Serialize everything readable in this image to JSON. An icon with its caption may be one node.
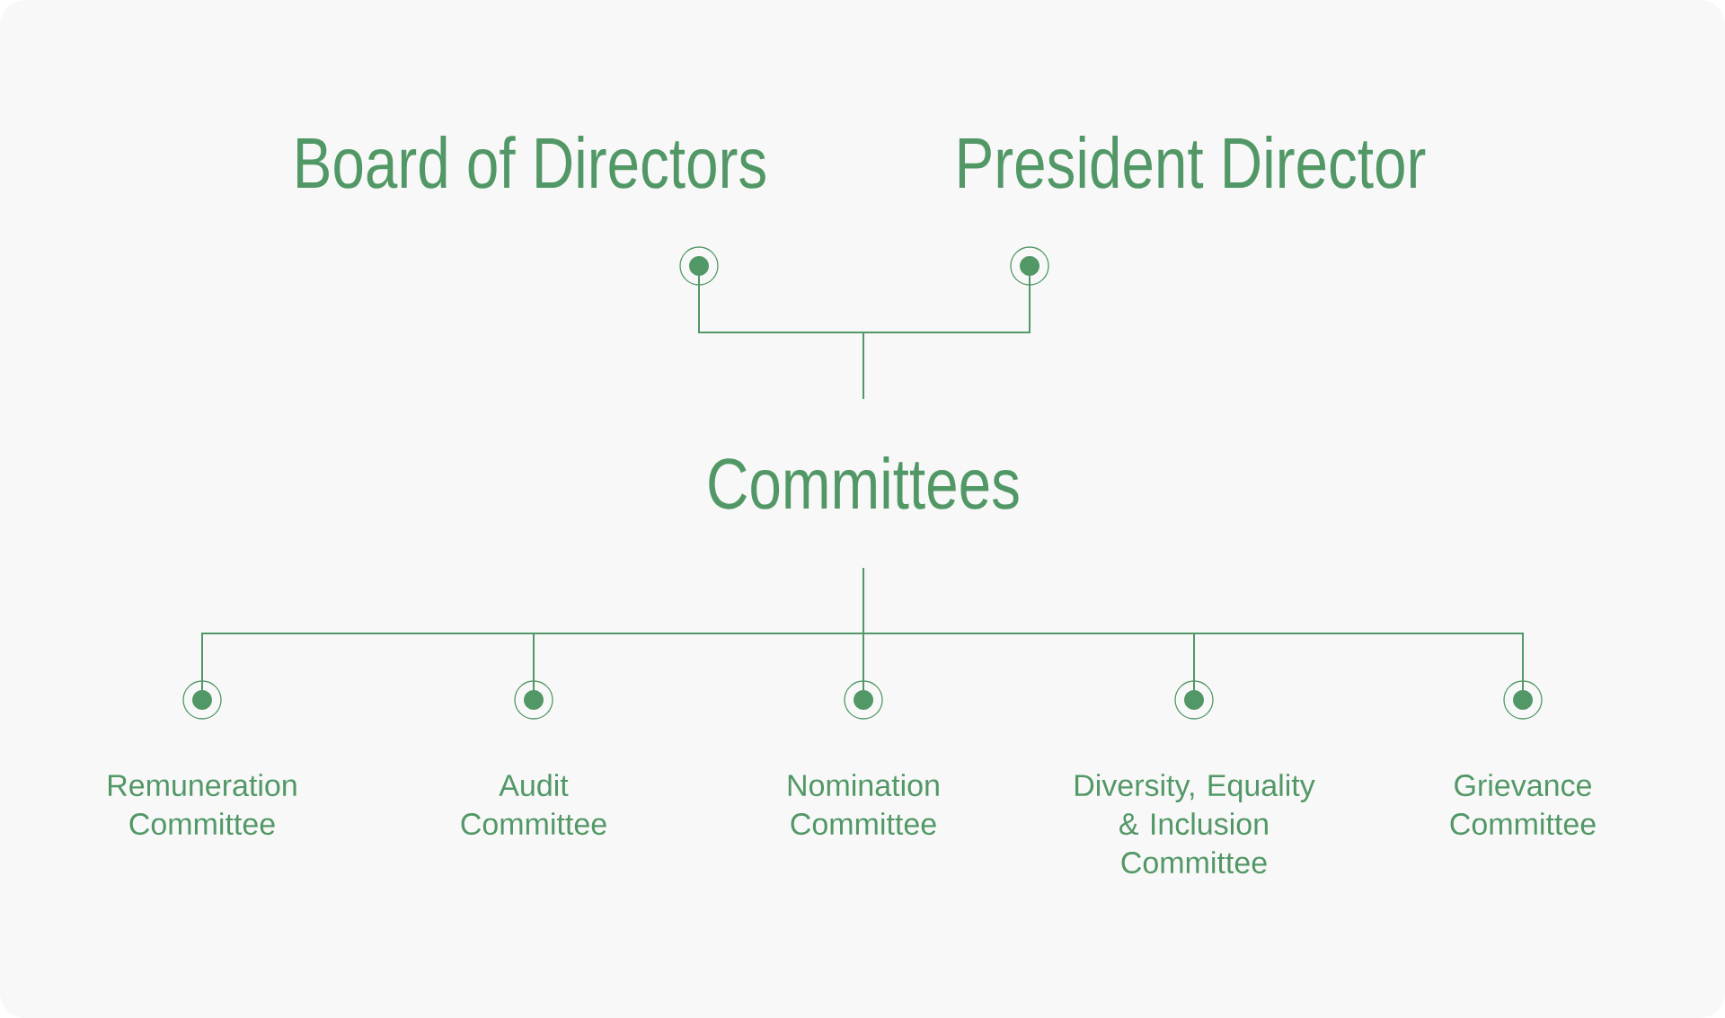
{
  "diagram": {
    "nodes": [
      {
        "text": [
          "Board of Directors"
        ]
      },
      {
        "text": [
          "President Director"
        ]
      },
      {
        "text": [
          "Committees"
        ]
      },
      {
        "text": [
          "Remuneration Committee"
        ]
      },
      {
        "text": [
          "Audit Committee"
        ]
      },
      {
        "text": [
          "Nomination Committee"
        ]
      },
      {
        "text": [
          "Diversity, Equality & Inclusion Committee"
        ]
      },
      {
        "text": [
          "Grievance Committee"
        ]
      }
    ],
    "edges": [
      {
        "from": 0,
        "to": 2,
        "arrow": "other"
      },
      {
        "from": 1,
        "to": 2,
        "arrow": "other"
      },
      {
        "from": 2,
        "to": 3,
        "arrow": "other"
      },
      {
        "from": 2,
        "to": 4,
        "arrow": "other"
      },
      {
        "from": 2,
        "to": 5,
        "arrow": "other"
      },
      {
        "from": 2,
        "to": 6,
        "arrow": "other"
      },
      {
        "from": 2,
        "to": 7,
        "arrow": "other"
      }
    ]
  }
}
